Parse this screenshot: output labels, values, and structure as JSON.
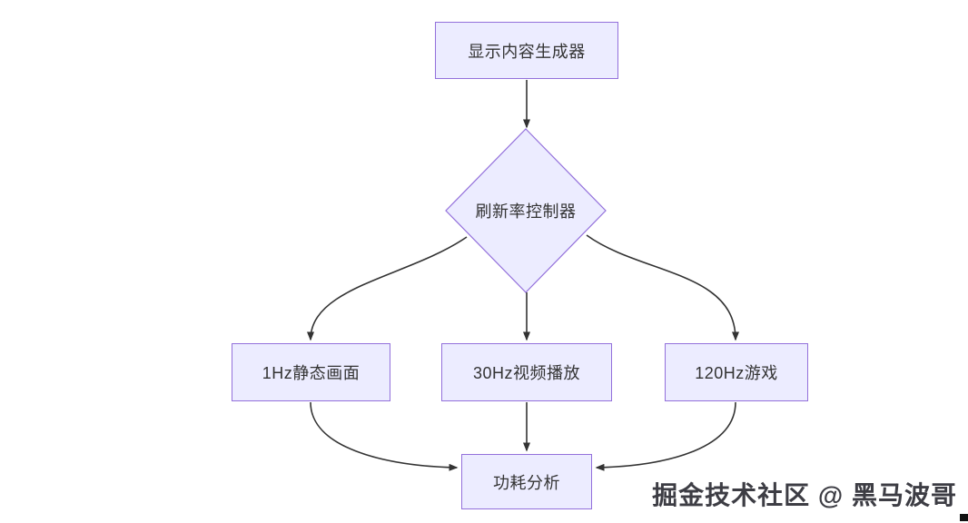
{
  "diagram": {
    "background": "#ffffff",
    "node_fill": "#ECECFF",
    "node_border": "#9370DB",
    "edge_color": "#333333",
    "text_color": "#333333",
    "nodes": {
      "generator": {
        "label": "显示内容生成器",
        "shape": "rect"
      },
      "controller": {
        "label": "刷新率控制器",
        "shape": "diamond"
      },
      "static1hz": {
        "label": "1Hz静态画面",
        "shape": "rect"
      },
      "video30hz": {
        "label": "30Hz视频播放",
        "shape": "rect"
      },
      "game120hz": {
        "label": "120Hz游戏",
        "shape": "rect"
      },
      "power": {
        "label": "功耗分析",
        "shape": "rect"
      }
    },
    "edges": [
      {
        "from": "generator",
        "to": "controller"
      },
      {
        "from": "controller",
        "to": "static1hz"
      },
      {
        "from": "controller",
        "to": "video30hz"
      },
      {
        "from": "controller",
        "to": "game120hz"
      },
      {
        "from": "static1hz",
        "to": "power"
      },
      {
        "from": "video30hz",
        "to": "power"
      },
      {
        "from": "game120hz",
        "to": "power"
      }
    ]
  },
  "watermark": {
    "text": "掘金技术社区 @ 黑马波哥"
  }
}
